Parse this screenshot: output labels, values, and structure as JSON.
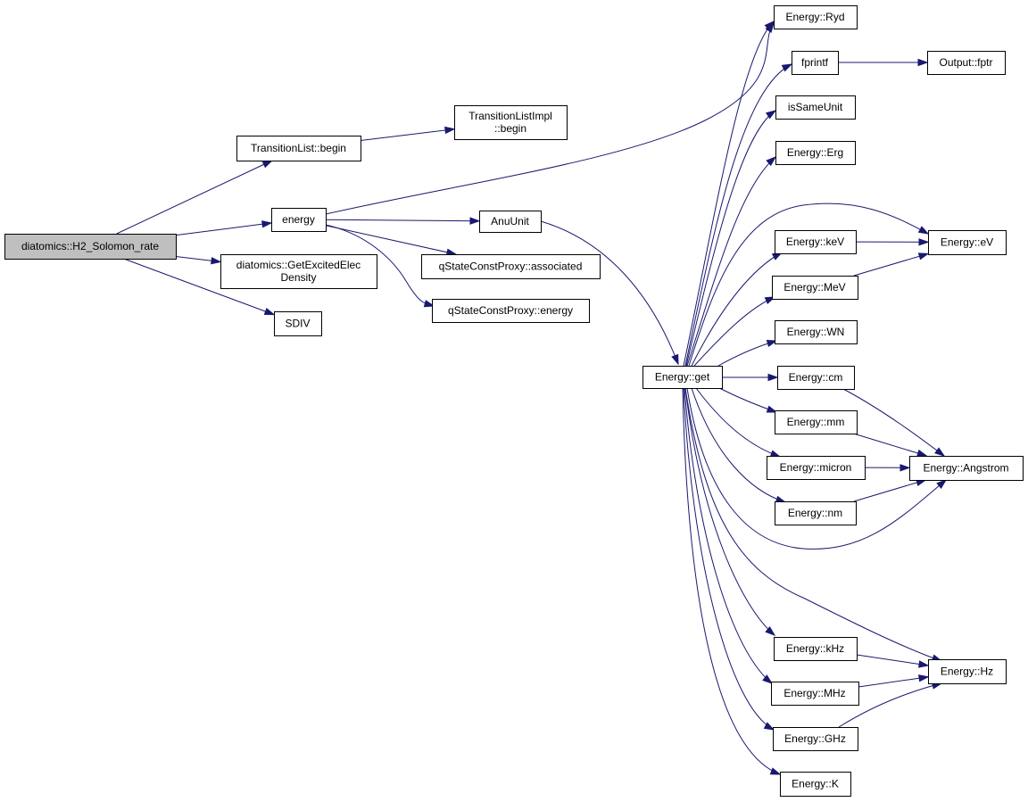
{
  "colors": {
    "edge": "#191970",
    "root_fill": "#bfbfbf",
    "node_fill": "#ffffff",
    "border": "#000000"
  },
  "nodes": [
    {
      "id": "root",
      "lines": [
        "diatomics::H2_Solomon_rate"
      ],
      "root": true
    },
    {
      "id": "tl_begin",
      "lines": [
        "TransitionList::begin"
      ]
    },
    {
      "id": "tli_begin",
      "lines": [
        "TransitionListImpl",
        "::begin"
      ]
    },
    {
      "id": "energy_fn",
      "lines": [
        "energy"
      ]
    },
    {
      "id": "get_excited",
      "lines": [
        "diatomics::GetExcitedElec",
        "Density"
      ]
    },
    {
      "id": "sdiv",
      "lines": [
        "SDIV"
      ]
    },
    {
      "id": "anuunit",
      "lines": [
        "AnuUnit"
      ]
    },
    {
      "id": "qs_assoc",
      "lines": [
        "qStateConstProxy::associated"
      ]
    },
    {
      "id": "qs_energy",
      "lines": [
        "qStateConstProxy::energy"
      ]
    },
    {
      "id": "e_get",
      "lines": [
        "Energy::get"
      ]
    },
    {
      "id": "e_ryd",
      "lines": [
        "Energy::Ryd"
      ]
    },
    {
      "id": "fprintf",
      "lines": [
        "fprintf"
      ]
    },
    {
      "id": "out_fptr",
      "lines": [
        "Output::fptr"
      ]
    },
    {
      "id": "issameunit",
      "lines": [
        "isSameUnit"
      ]
    },
    {
      "id": "e_erg",
      "lines": [
        "Energy::Erg"
      ]
    },
    {
      "id": "e_kev",
      "lines": [
        "Energy::keV"
      ]
    },
    {
      "id": "e_ev",
      "lines": [
        "Energy::eV"
      ]
    },
    {
      "id": "e_mev",
      "lines": [
        "Energy::MeV"
      ]
    },
    {
      "id": "e_wn",
      "lines": [
        "Energy::WN"
      ]
    },
    {
      "id": "e_cm",
      "lines": [
        "Energy::cm"
      ]
    },
    {
      "id": "e_mm",
      "lines": [
        "Energy::mm"
      ]
    },
    {
      "id": "e_micron",
      "lines": [
        "Energy::micron"
      ]
    },
    {
      "id": "e_angstrom",
      "lines": [
        "Energy::Angstrom"
      ]
    },
    {
      "id": "e_nm",
      "lines": [
        "Energy::nm"
      ]
    },
    {
      "id": "e_khz",
      "lines": [
        "Energy::kHz"
      ]
    },
    {
      "id": "e_hz",
      "lines": [
        "Energy::Hz"
      ]
    },
    {
      "id": "e_mhz",
      "lines": [
        "Energy::MHz"
      ]
    },
    {
      "id": "e_ghz",
      "lines": [
        "Energy::GHz"
      ]
    },
    {
      "id": "e_k",
      "lines": [
        "Energy::K"
      ]
    }
  ],
  "edges": [
    [
      "root",
      "tl_begin"
    ],
    [
      "root",
      "energy_fn"
    ],
    [
      "root",
      "get_excited"
    ],
    [
      "root",
      "sdiv"
    ],
    [
      "tl_begin",
      "tli_begin"
    ],
    [
      "energy_fn",
      "e_ryd"
    ],
    [
      "energy_fn",
      "anuunit"
    ],
    [
      "energy_fn",
      "qs_assoc"
    ],
    [
      "energy_fn",
      "qs_energy"
    ],
    [
      "anuunit",
      "e_get"
    ],
    [
      "e_get",
      "e_ryd"
    ],
    [
      "e_get",
      "fprintf"
    ],
    [
      "e_get",
      "issameunit"
    ],
    [
      "e_get",
      "e_erg"
    ],
    [
      "e_get",
      "e_ev"
    ],
    [
      "e_get",
      "e_kev"
    ],
    [
      "e_get",
      "e_mev"
    ],
    [
      "e_get",
      "e_wn"
    ],
    [
      "e_get",
      "e_cm"
    ],
    [
      "e_get",
      "e_mm"
    ],
    [
      "e_get",
      "e_micron"
    ],
    [
      "e_get",
      "e_nm"
    ],
    [
      "e_get",
      "e_angstrom"
    ],
    [
      "e_get",
      "e_hz"
    ],
    [
      "e_get",
      "e_khz"
    ],
    [
      "e_get",
      "e_mhz"
    ],
    [
      "e_get",
      "e_ghz"
    ],
    [
      "e_get",
      "e_k"
    ],
    [
      "fprintf",
      "out_fptr"
    ],
    [
      "e_kev",
      "e_ev"
    ],
    [
      "e_mev",
      "e_ev"
    ],
    [
      "e_cm",
      "e_angstrom"
    ],
    [
      "e_mm",
      "e_angstrom"
    ],
    [
      "e_micron",
      "e_angstrom"
    ],
    [
      "e_nm",
      "e_angstrom"
    ],
    [
      "e_khz",
      "e_hz"
    ],
    [
      "e_mhz",
      "e_hz"
    ],
    [
      "e_ghz",
      "e_hz"
    ]
  ]
}
